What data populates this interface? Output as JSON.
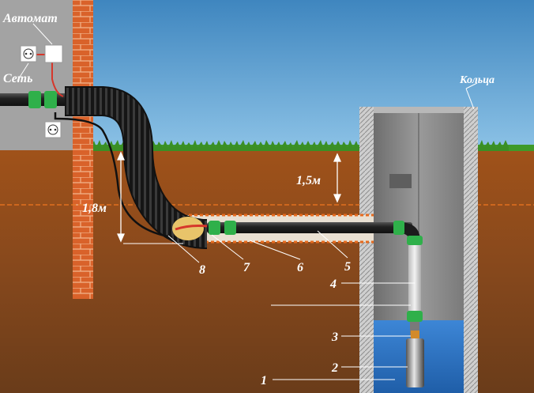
{
  "labels": {
    "breaker": "Автомат",
    "mains": "Сеть",
    "rings": "Кольца",
    "depth_freezing": "1,5м",
    "depth_trench": "1,8м",
    "n1": "1",
    "n2": "2",
    "n3": "3",
    "n4": "4",
    "n5": "5",
    "n6": "6",
    "n7": "7",
    "n8": "8"
  },
  "colors": {
    "sky": "#5aa0cf",
    "soil": "#8a4a1c",
    "grass": "#3f9a2a",
    "brick": "#d9622a",
    "house_wall": "#a0a0a0",
    "ring_wall": "#c8c8c8",
    "water": "#2f74c7",
    "pipe": "#1a1a1a",
    "fitting": "#2fb04a",
    "freeze_line": "#e07020"
  }
}
